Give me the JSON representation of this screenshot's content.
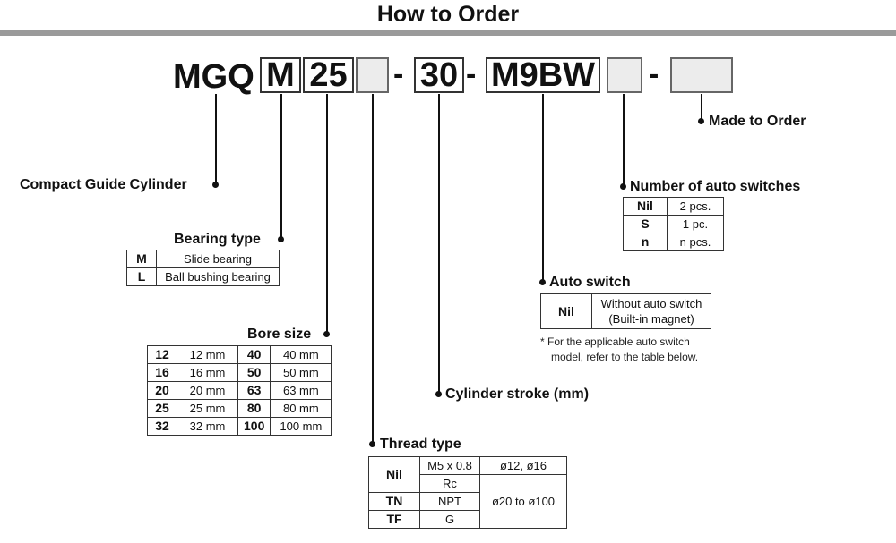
{
  "title": "How to Order",
  "code": {
    "prefix": "MGQ",
    "bearing": "M",
    "bore": "25",
    "stroke": "30",
    "switch": "M9BW",
    "dash": "-"
  },
  "labels": {
    "made_to_order": "Made to Order",
    "compact_guide": "Compact Guide Cylinder",
    "num_switches": "Number of auto switches",
    "bearing_type": "Bearing type",
    "auto_switch": "Auto switch",
    "bore_size": "Bore size",
    "cylinder_stroke": "Cylinder stroke (mm)",
    "thread_type": "Thread type"
  },
  "num_switches": [
    {
      "key": "Nil",
      "value": "2 pcs."
    },
    {
      "key": "S",
      "value": "1 pc."
    },
    {
      "key": "n",
      "value": "n pcs."
    }
  ],
  "bearing_type": [
    {
      "key": "M",
      "value": "Slide bearing"
    },
    {
      "key": "L",
      "value": "Ball bushing bearing"
    }
  ],
  "auto_switch": {
    "key": "Nil",
    "value_line1": "Without auto switch",
    "value_line2": "(Built-in magnet)",
    "note_line1": "For the applicable auto switch",
    "note_line2": "model, refer to the table below.",
    "note_mark": "*"
  },
  "bore_size": [
    {
      "k1": "12",
      "v1": "12 mm",
      "k2": "40",
      "v2": "40 mm"
    },
    {
      "k1": "16",
      "v1": "16 mm",
      "k2": "50",
      "v2": "50 mm"
    },
    {
      "k1": "20",
      "v1": "20 mm",
      "k2": "63",
      "v2": "63 mm"
    },
    {
      "k1": "25",
      "v1": "25 mm",
      "k2": "80",
      "v2": "80 mm"
    },
    {
      "k1": "32",
      "v1": "32 mm",
      "k2": "100",
      "v2": "100 mm"
    }
  ],
  "thread_type": {
    "nil_key": "Nil",
    "nil_thread_1": "M5 x 0.8",
    "nil_bore_1": "ø12, ø16",
    "nil_thread_2": "Rc",
    "tn_key": "TN",
    "tn_thread": "NPT",
    "tf_key": "TF",
    "tf_thread": "G",
    "large_bore": "ø20 to ø100"
  }
}
